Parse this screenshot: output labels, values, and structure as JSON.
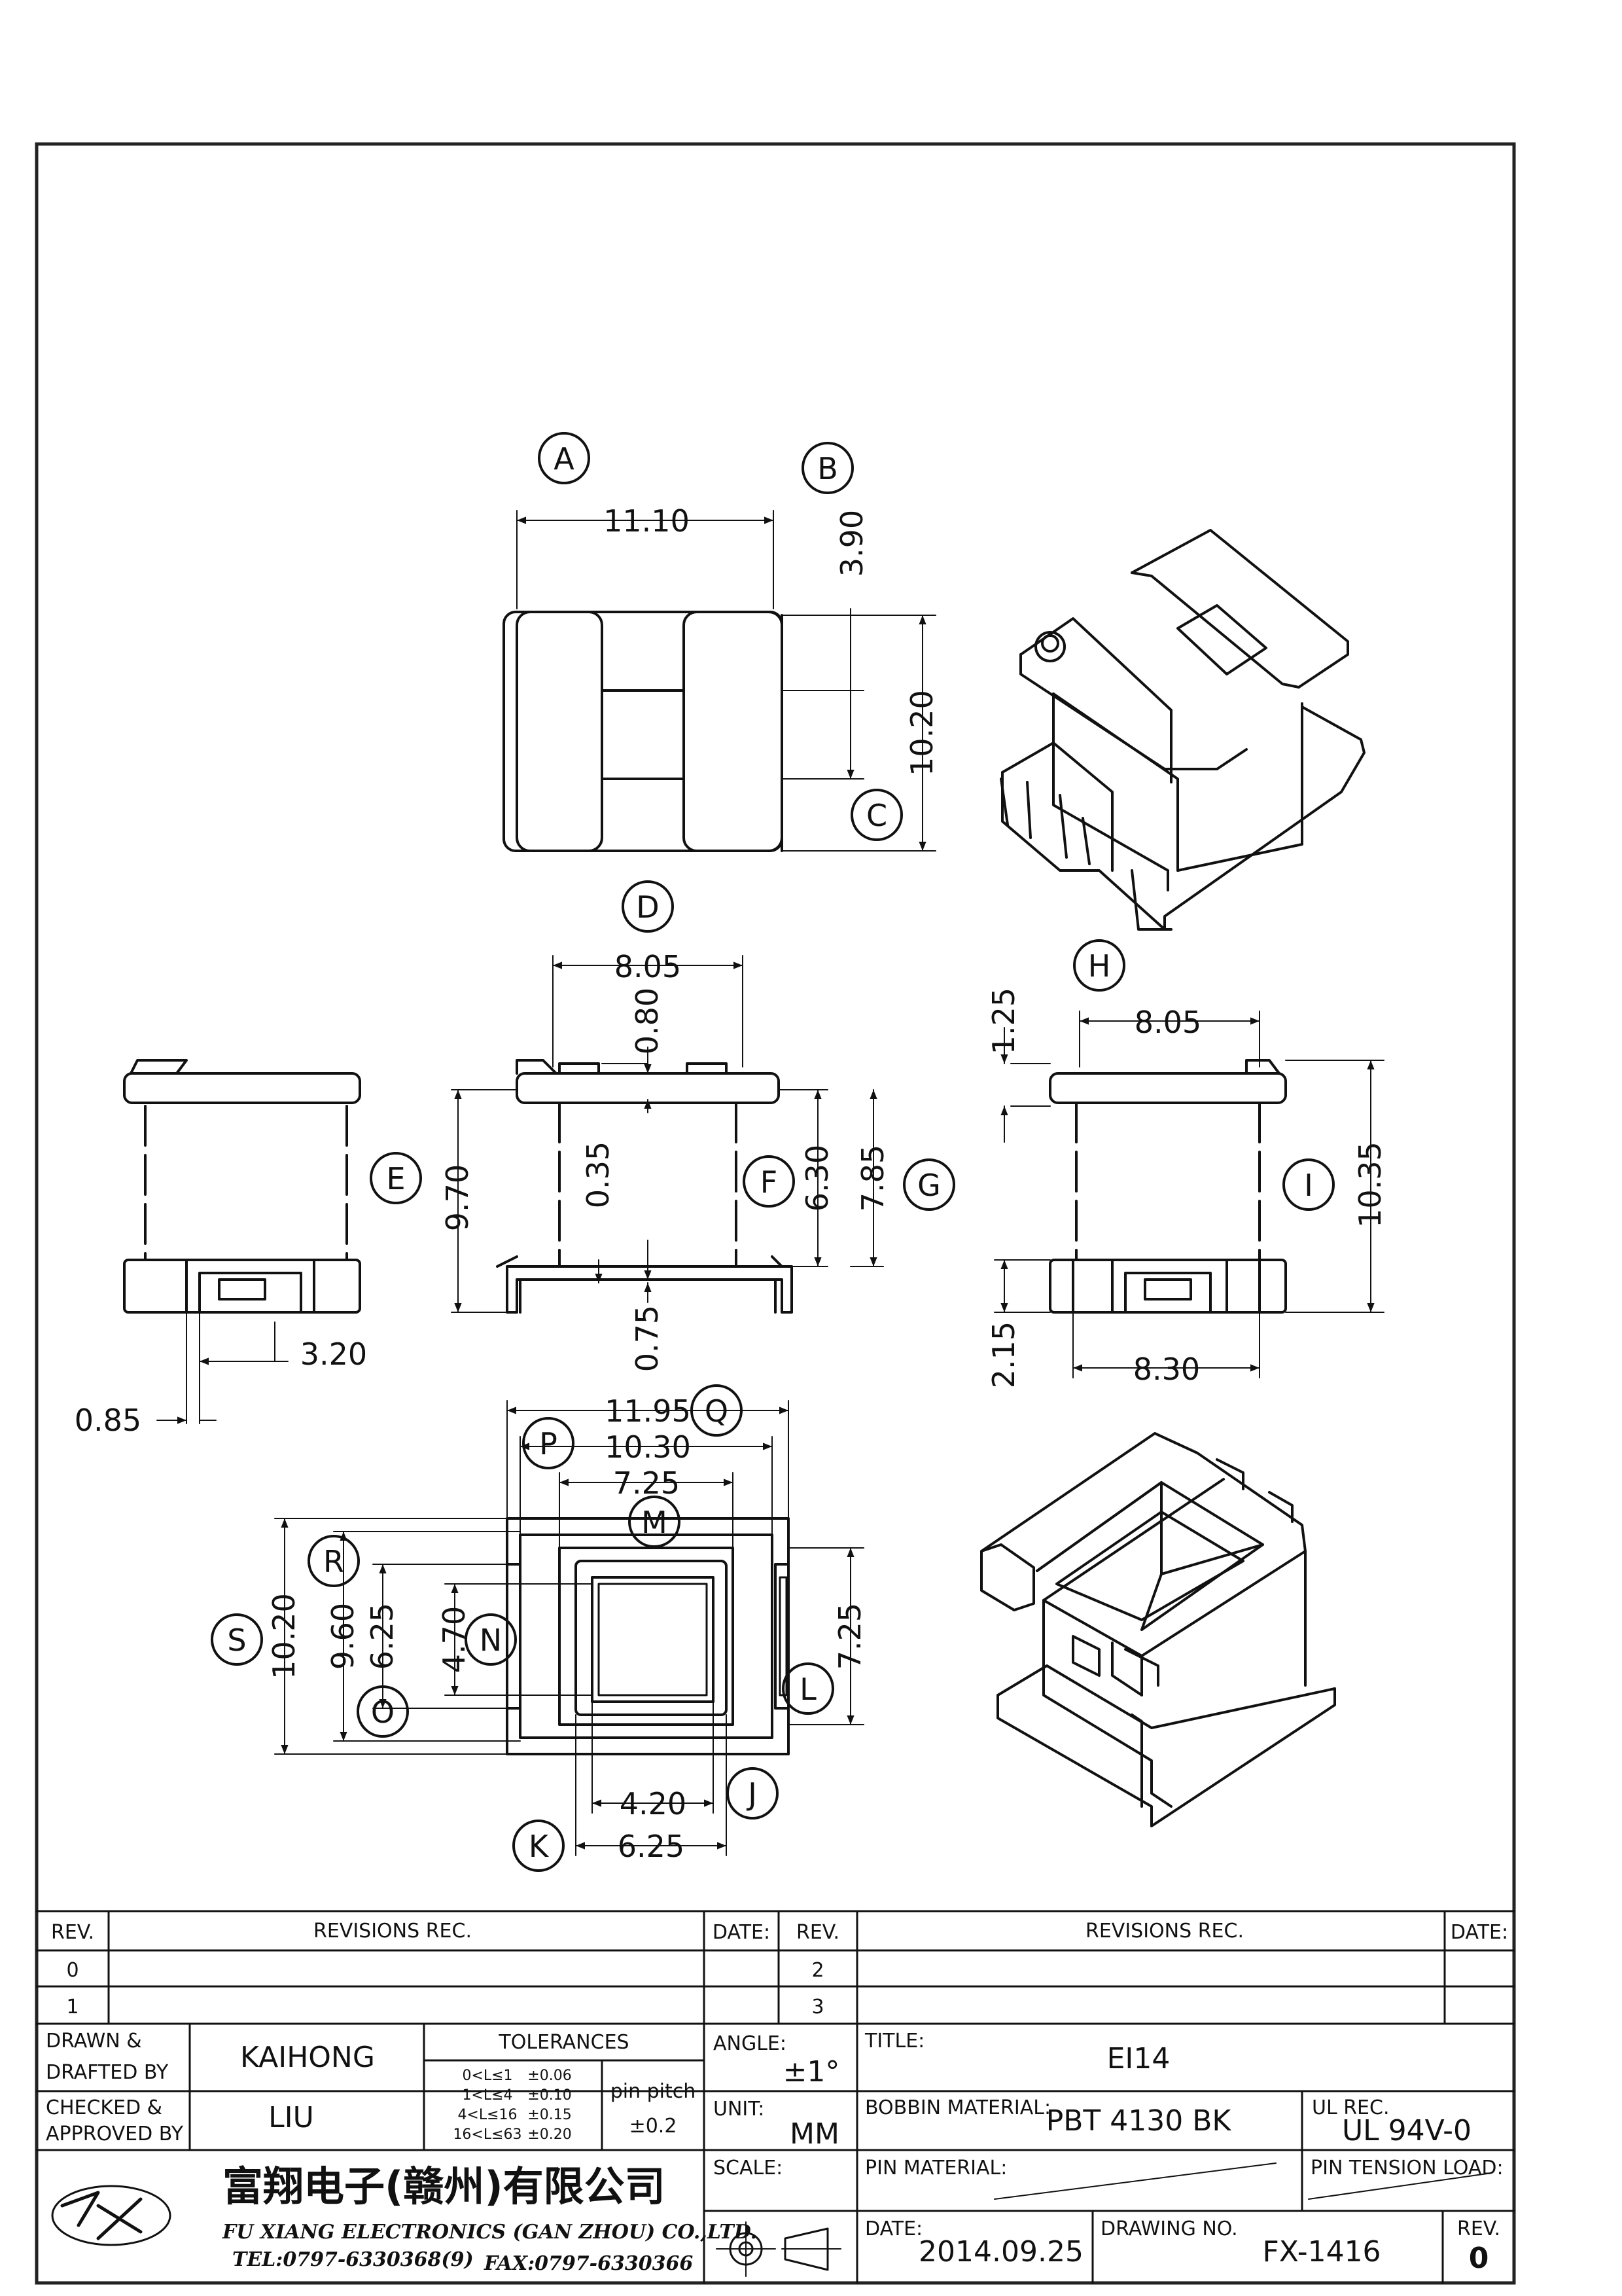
{
  "views": {
    "top": {
      "labels": [
        "A",
        "B",
        "C"
      ],
      "dims": [
        "11.10",
        "3.90",
        "10.20"
      ]
    },
    "left_side": {
      "labels": [
        "E"
      ],
      "dims": [
        "3.20",
        "0.85"
      ]
    },
    "front": {
      "labels": [
        "D",
        "F",
        "G"
      ],
      "dims": [
        "8.05",
        "0.80",
        "0.35",
        "9.70",
        "6.30",
        "7.85",
        "0.75"
      ]
    },
    "right_side": {
      "labels": [
        "H",
        "I"
      ],
      "dims": [
        "8.05",
        "1.25",
        "10.35",
        "2.15",
        "8.30"
      ]
    },
    "bottom": {
      "labels": [
        "Q",
        "P",
        "M",
        "R",
        "S",
        "N",
        "O",
        "L",
        "J",
        "K"
      ],
      "dims": [
        "11.95",
        "10.30",
        "7.25",
        "10.20",
        "9.60",
        "6.25",
        "4.70",
        "7.25",
        "4.20",
        "6.25"
      ]
    }
  },
  "title_block": {
    "revisions": {
      "rev_header": "REV.",
      "rec_header": "REVISIONS    REC.",
      "date_header": "DATE:",
      "rev_left": [
        "0",
        "1"
      ],
      "rev_right": [
        "2",
        "3"
      ]
    },
    "drawn_label": [
      "DRAWN  &",
      "DRAFTED  BY"
    ],
    "drawn_by": "KAIHONG",
    "checked_label": [
      "CHECKED  &",
      "APPROVED  BY"
    ],
    "checked_by": "LIU",
    "tolerances_label": "TOLERANCES",
    "tolerance_rows": [
      {
        "range": "0<L≤1",
        "tol": "±0.06"
      },
      {
        "range": "1<L≤4",
        "tol": "±0.10"
      },
      {
        "range": "4<L≤16",
        "tol": "±0.15"
      },
      {
        "range": "16<L≤63",
        "tol": "±0.20"
      }
    ],
    "pin_pitch_label": "pin  pitch",
    "pin_pitch_value": "±0.2",
    "angle_label": "ANGLE:",
    "angle_value": "±1°",
    "unit_label": "UNIT:",
    "unit_value": "MM",
    "scale_label": "SCALE:",
    "title_label": "TITLE:",
    "title_value": "EI14",
    "bobbin_material_label": "BOBBIN  MATERIAL:",
    "bobbin_material_value": "PBT  4130  BK",
    "ul_rec_label": "UL  REC.",
    "ul_rec_value": "UL  94V-0",
    "pin_material_label": "PIN  MATERIAL:",
    "pin_tension_label": "PIN  TENSION  LOAD:",
    "date_label": "DATE:",
    "date_value": "2014.09.25",
    "drawing_no_label": "DRAWING  NO.",
    "drawing_no_value": "FX-1416",
    "rev_label": "REV.",
    "rev_value": "0",
    "company_cn": "富翔电子(赣州)有限公司",
    "company_en": "FU  XIANG  ELECTRONICS  (GAN  ZHOU)  CO.,LTD.",
    "tel": "TEL:0797-6330368(9)",
    "fax": "FAX:0797-6330366"
  }
}
